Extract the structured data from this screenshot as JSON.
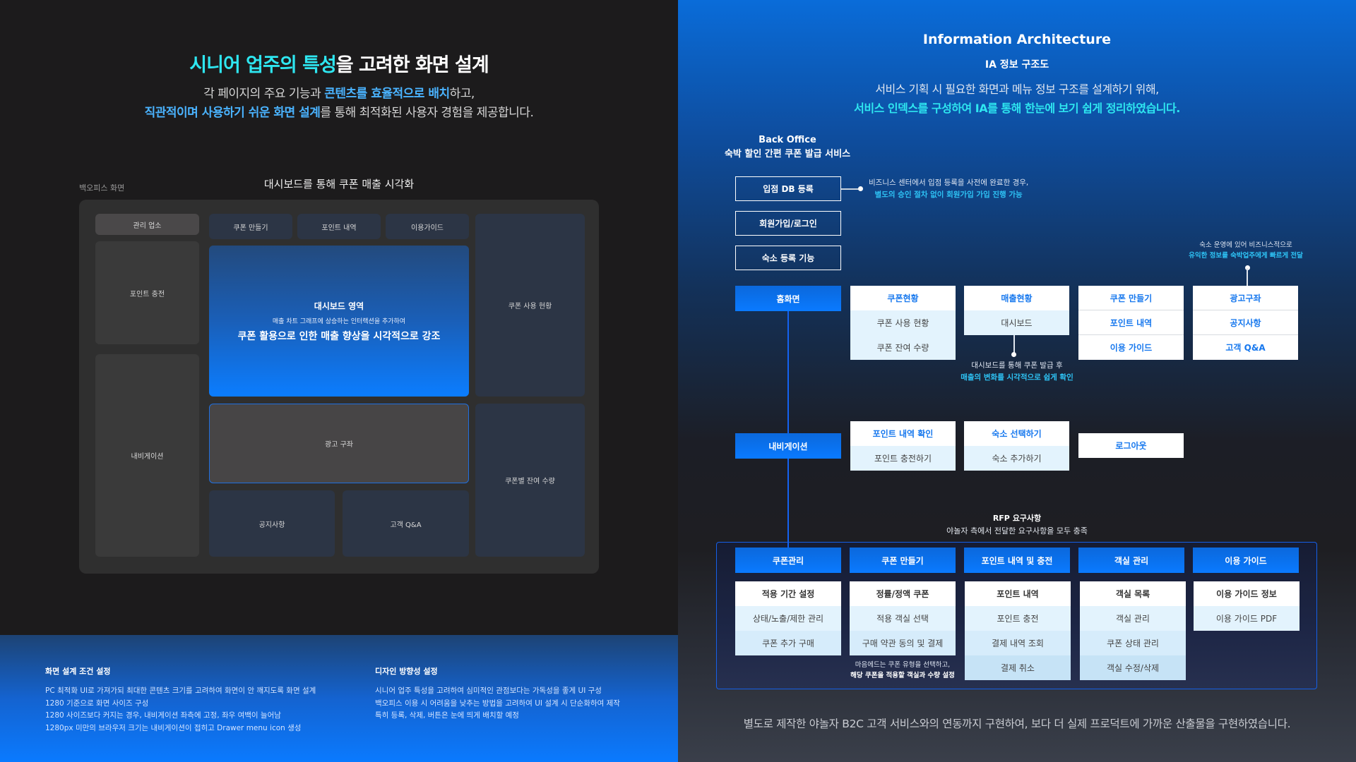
{
  "left": {
    "title": {
      "part1": "시니어 업주의 특성",
      "part2": "을 고려한 화면 설계"
    },
    "subtitle": {
      "line1_a": "각 페이지의 주요 기능과 ",
      "line1_b": "콘텐츠를 효율적으로 배치",
      "line1_c": "하고,",
      "line2_a": "직관적이며 사용하기 쉬운 화면 설계",
      "line2_b": "를 통해 최적화된 사용자 경험을 제공합니다."
    },
    "backoffice_label": "백오피스 화면",
    "dashboard_title": "대시보드를 통해 쿠폰 매출 시각화",
    "mockup": {
      "manage_business": "관리 업소",
      "point_charge": "포인트 충전",
      "navigation": "내비게이션",
      "tabs": [
        "쿠폰 만들기",
        "포인트 내역",
        "이용가이드"
      ],
      "dashboard": {
        "title": "대시보드 영역",
        "desc": "매출 차트 그래프에 상승하는 인터랙션을 추가하여",
        "headline": "쿠폰 활용으로 인한 매출 향상을 시각적으로 강조"
      },
      "ad_account": "광고 구좌",
      "notice": "공지사항",
      "qna": "고객 Q&A",
      "coupon_usage": "쿠폰 사용 현황",
      "coupon_remaining": "쿠폰별 잔여 수량"
    },
    "bottom": {
      "conditions": {
        "title": "화면 설계 조건 설정",
        "lines": [
          "PC 최적화 UI로 가져가되 최대한 콘텐츠 크기를 고려하여 화면이 안 깨지도록 화면 설계",
          "1280 기준으로 화면 사이즈 구성",
          "1280 사이즈보다 커지는 경우, 내비게이션 좌측에 고정, 좌우 여백이 늘어남",
          "1280px 미만의 브라우저 크기는 내비게이션이 접히고 Drawer menu icon 생성"
        ]
      },
      "design": {
        "title": "디자인 방향성 설정",
        "lines": [
          "시니어 업주 특성을 고려하여 심미적인 관점보다는 가독성을 좋게 UI 구성",
          "백오피스 이용 시 어려움을 낮추는 방법을 고려하여 UI 설계 시 단순화하여 제작",
          "특히 등록, 삭제, 버튼은 눈에 띄게 배치할 예정"
        ]
      }
    }
  },
  "right": {
    "title": "Information Architecture",
    "subtitle": "IA 정보 구조도",
    "desc1": "서비스 기획 시 필요한 화면과 메뉴 정보 구조를 설계하기 위해,",
    "desc2": "서비스 인덱스를 구성하여 IA를 통해 한눈에 보기 쉽게 정리하였습니다.",
    "backoffice": {
      "line1": "Back Office",
      "line2": "숙박 할인 간편 쿠폰 발급 서비스"
    },
    "outline_boxes": [
      "입점 DB 등록",
      "회원가입/로그인",
      "숙소 등록 기능"
    ],
    "note_db": {
      "line1": "비즈니스 센터에서 입점 등록을 사전에 완료한 경우,",
      "line2": "별도의 승인 절차 없이 회원가입 가입 진행 가능"
    },
    "home": {
      "label": "홈화면",
      "columns": [
        {
          "head": "쿠폰현황",
          "items": [
            "쿠폰 사용 현황",
            "쿠폰 잔여 수량"
          ]
        },
        {
          "head": "매출현황",
          "items": [
            "대시보드"
          ]
        },
        {
          "head": "쿠폰 만들기",
          "items": [
            "포인트 내역",
            "이용 가이드"
          ]
        },
        {
          "head": "광고구좌",
          "items": [
            "공지사항",
            "고객 Q&A"
          ]
        }
      ],
      "note_sales": {
        "line1": "대시보드를 통해 쿠폰 발급 후",
        "line2": "매출의 변화를 시각적으로 쉽게 확인"
      },
      "note_ad": {
        "line1": "숙소 운영에 있어 비즈니스적으로",
        "line2": "유익한 정보를 숙박업주에게 빠르게 전달"
      }
    },
    "navigation": {
      "label": "내비게이션",
      "columns": [
        {
          "head": "포인트 내역 확인",
          "items": [
            "포인트 충전하기"
          ]
        },
        {
          "head": "숙소 선택하기",
          "items": [
            "숙소 추가하기"
          ]
        }
      ],
      "logout": "로그아웃"
    },
    "rfp": {
      "title": "RFP 요구사항",
      "desc": "야놀자 측에서 전달한 요구사항을 모두 충족",
      "columns": [
        {
          "head": "쿠폰관리",
          "items": [
            "적용 기간 설정",
            "상태/노출/제한 관리",
            "쿠폰 추가 구매"
          ]
        },
        {
          "head": "쿠폰 만들기",
          "items": [
            "정률/정액 쿠폰",
            "적용 객실 선택",
            "구매 약관 동의 및 결제"
          ]
        },
        {
          "head": "포인트 내역 및 충전",
          "items": [
            "포인트 내역",
            "포인트 충전",
            "결제 내역 조회",
            "결제 취소"
          ]
        },
        {
          "head": "객실 관리",
          "items": [
            "객실 목록",
            "객실 관리",
            "쿠폰 상태 관리",
            "객실 수정/삭제"
          ]
        },
        {
          "head": "이용 가이드",
          "items": [
            "이용 가이드 정보",
            "이용 가이드 PDF"
          ]
        }
      ],
      "note_coupon": {
        "line1": "마음에드는 쿠폰 유형을 선택하고,",
        "line2": "해당 쿠폰을 적용할 객실과 수량 설정"
      }
    },
    "closing": "별도로 제작한 야놀자 B2C 고객 서비스와의 연동까지 구현하여, 보다 더 실제 프로덕트에 가까운 산출물을 구현하였습니다."
  },
  "colors": {
    "accent_blue": "#0a7aff",
    "cyan": "#2ee6f0",
    "light_blue_text": "#4ab3ff",
    "dark_bg": "#1c1b1c"
  }
}
